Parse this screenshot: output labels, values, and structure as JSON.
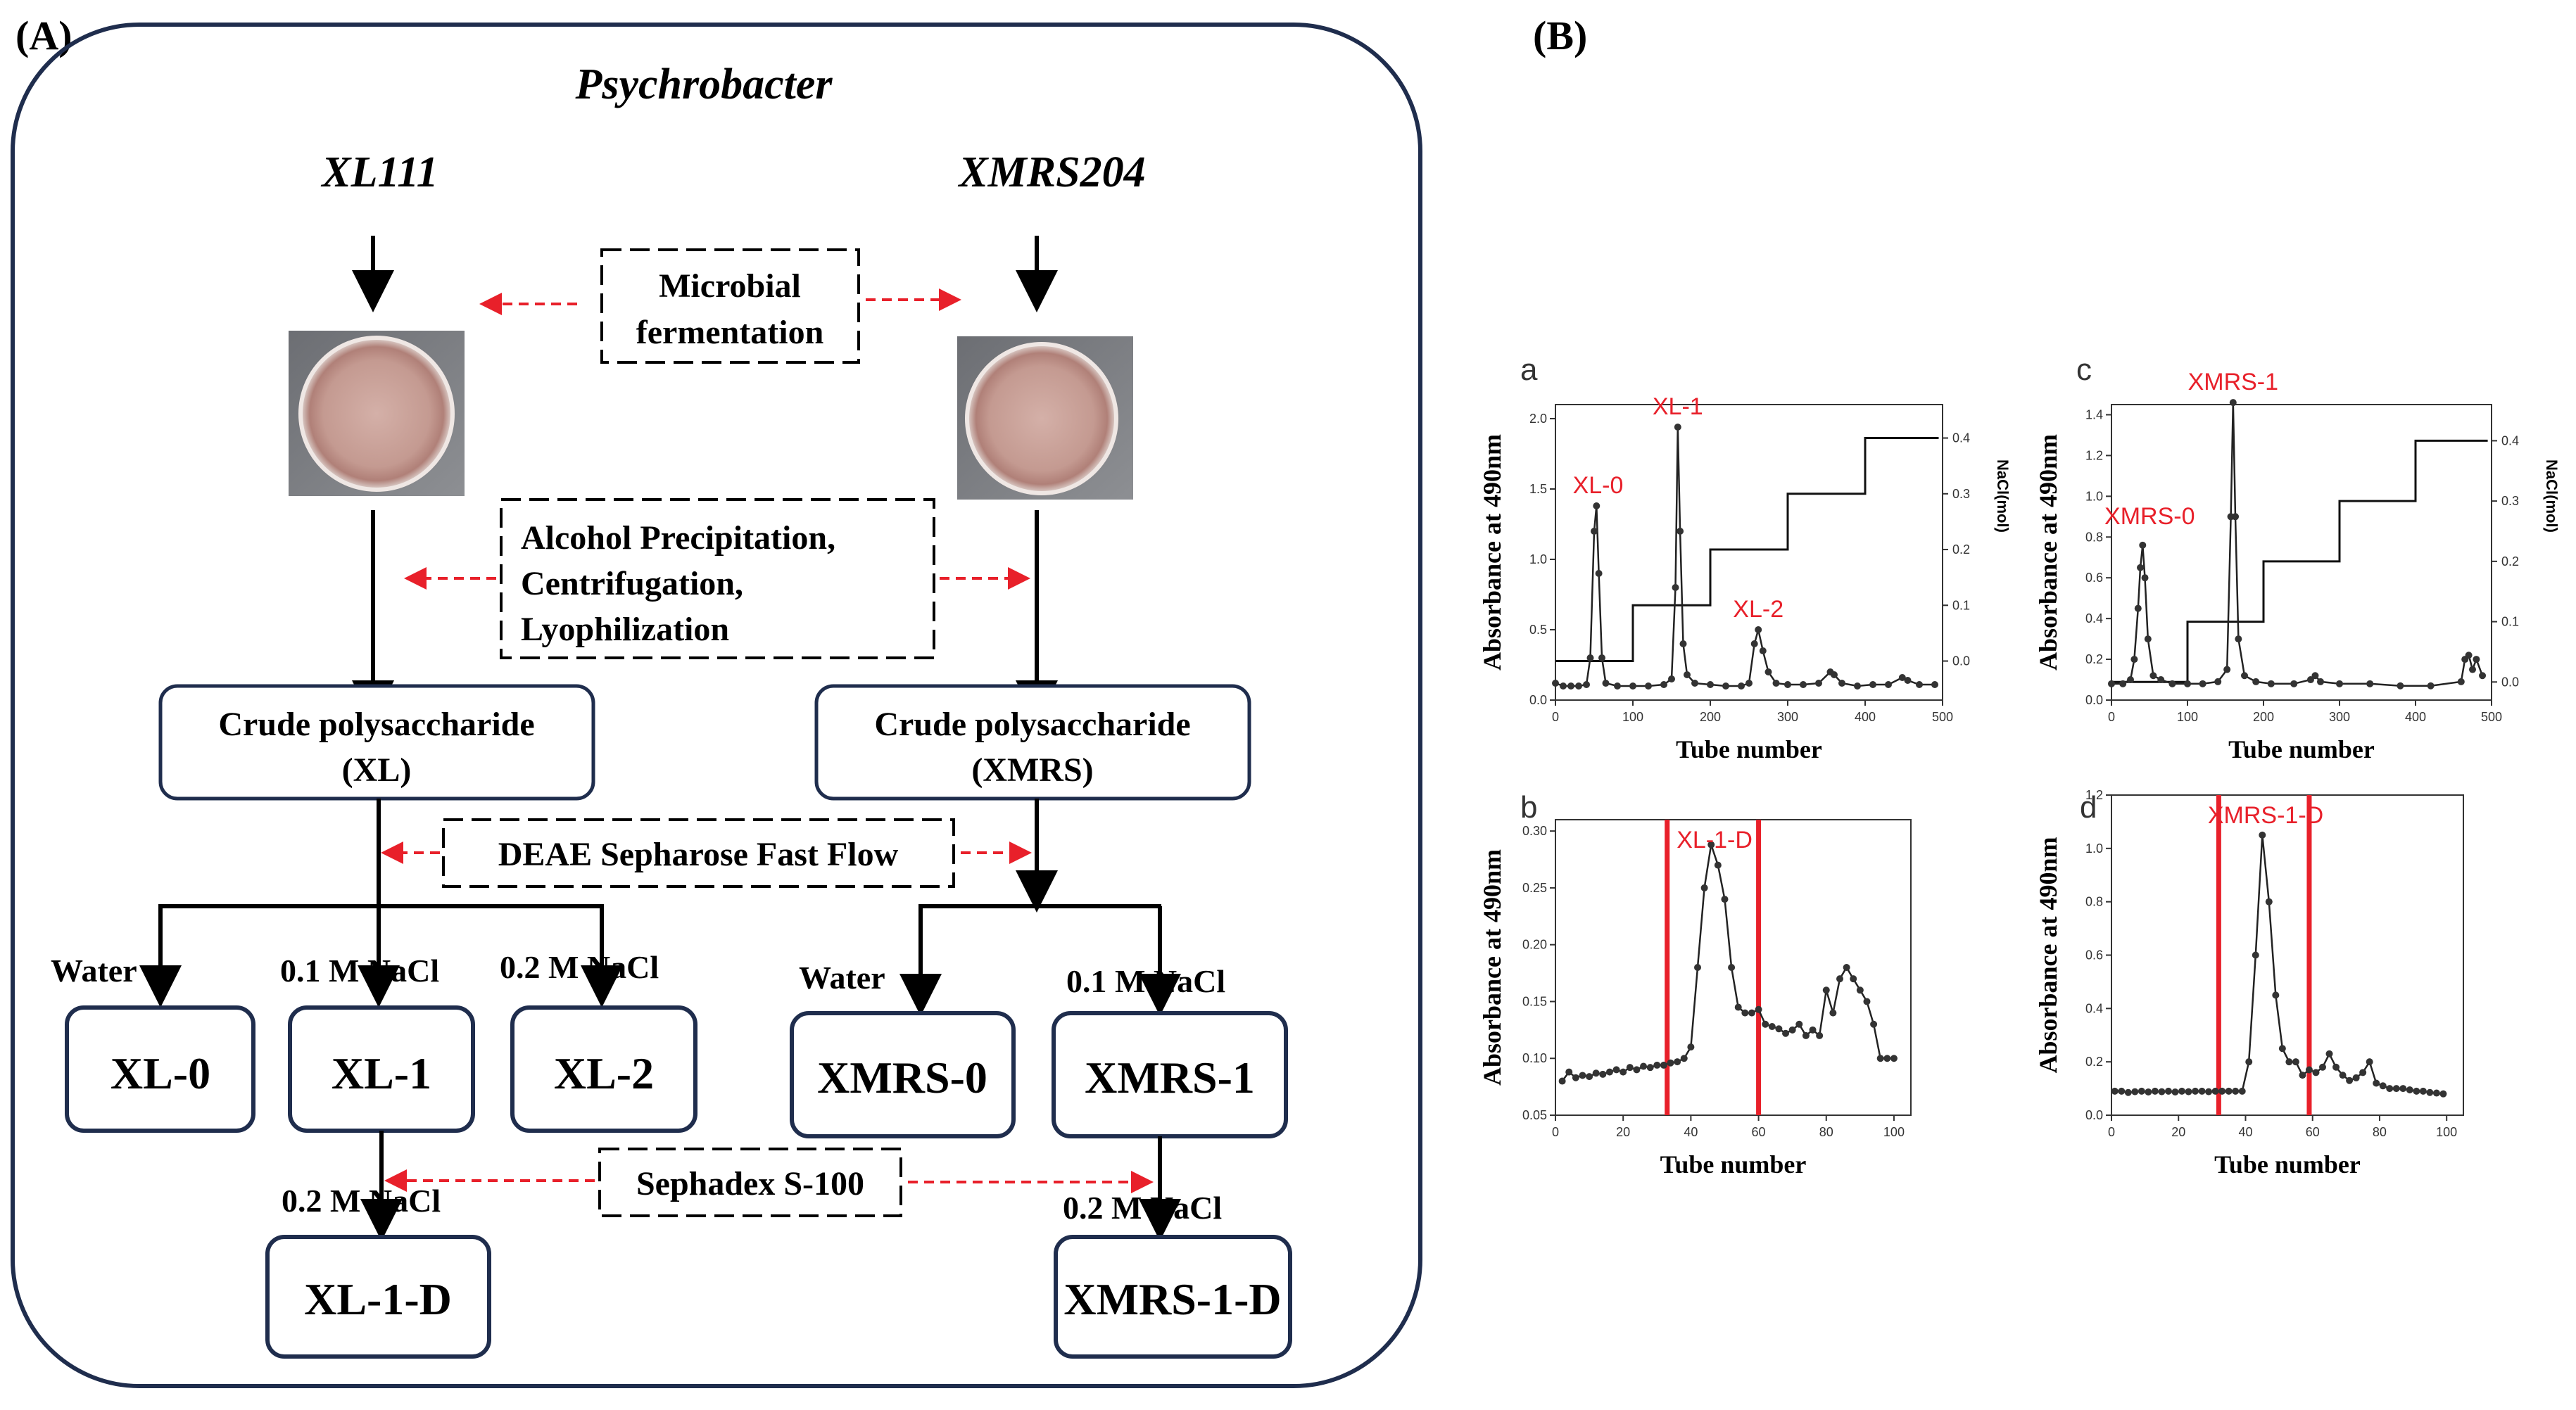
{
  "panelA": {
    "label": "(A)",
    "genus": "Psychrobacter",
    "strain_left": "XL111",
    "strain_right": "XMRS204",
    "step1": [
      "Microbial",
      "fermentation"
    ],
    "step2": [
      "Alcohol Precipitation,",
      "Centrifugation,",
      "Lyophilization"
    ],
    "crude_left": [
      "Crude polysaccharide",
      "(XL)"
    ],
    "crude_right": [
      "Crude polysaccharide",
      "(XMRS)"
    ],
    "step3": "DEAE  Sepharose Fast Flow",
    "eluent_water": "Water",
    "eluent_01": "0.1 M NaCl",
    "eluent_02": "0.2 M NaCl",
    "fractions_left": [
      "XL-0",
      "XL-1",
      "XL-2"
    ],
    "fractions_right": [
      "XMRS-0",
      "XMRS-1"
    ],
    "step4": "Sephadex S-100",
    "final_left": "XL-1-D",
    "final_right": "XMRS-1-D",
    "dish_color": "#c9a39c"
  },
  "panelB": {
    "label": "(B)",
    "red": "#e8202a"
  },
  "chart_data": [
    {
      "type": "line",
      "panel": "a",
      "xlabel": "Tube number",
      "ylabel": "Absorbance at 490nm",
      "y2label": "NaCl(mol)",
      "xlim": [
        0,
        500
      ],
      "ylim": [
        0,
        2.1
      ],
      "y2lim": [
        -0.07,
        0.46
      ],
      "xticks": [
        0,
        100,
        200,
        300,
        400,
        500
      ],
      "yticks": [
        0.0,
        0.5,
        1.0,
        1.5,
        2.0
      ],
      "y2ticks": [
        0.0,
        0.1,
        0.2,
        0.3,
        0.4
      ],
      "series": [
        {
          "values": [
            [
              0,
              0.12
            ],
            [
              10,
              0.1
            ],
            [
              20,
              0.1
            ],
            [
              30,
              0.1
            ],
            [
              40,
              0.11
            ],
            [
              45,
              0.3
            ],
            [
              50,
              1.2
            ],
            [
              53,
              1.38
            ],
            [
              56,
              0.9
            ],
            [
              60,
              0.3
            ],
            [
              65,
              0.12
            ],
            [
              80,
              0.1
            ],
            [
              100,
              0.1
            ],
            [
              120,
              0.1
            ],
            [
              140,
              0.11
            ],
            [
              150,
              0.15
            ],
            [
              155,
              0.8
            ],
            [
              158,
              1.94
            ],
            [
              161,
              1.2
            ],
            [
              165,
              0.4
            ],
            [
              170,
              0.18
            ],
            [
              180,
              0.12
            ],
            [
              200,
              0.11
            ],
            [
              220,
              0.1
            ],
            [
              240,
              0.1
            ],
            [
              250,
              0.12
            ],
            [
              257,
              0.4
            ],
            [
              262,
              0.5
            ],
            [
              268,
              0.35
            ],
            [
              275,
              0.2
            ],
            [
              285,
              0.12
            ],
            [
              300,
              0.11
            ],
            [
              320,
              0.11
            ],
            [
              340,
              0.12
            ],
            [
              355,
              0.2
            ],
            [
              360,
              0.18
            ],
            [
              370,
              0.12
            ],
            [
              390,
              0.1
            ],
            [
              410,
              0.11
            ],
            [
              430,
              0.11
            ],
            [
              448,
              0.16
            ],
            [
              455,
              0.14
            ],
            [
              470,
              0.11
            ],
            [
              490,
              0.11
            ]
          ]
        }
      ],
      "gradient": [
        [
          0,
          0.0
        ],
        [
          100,
          0.0
        ],
        [
          100,
          0.1
        ],
        [
          200,
          0.1
        ],
        [
          200,
          0.2
        ],
        [
          300,
          0.2
        ],
        [
          300,
          0.3
        ],
        [
          400,
          0.3
        ],
        [
          400,
          0.4
        ],
        [
          495,
          0.4
        ]
      ],
      "annotations": [
        {
          "text": "XL-0",
          "x": 55,
          "y": 1.38
        },
        {
          "text": "XL-1",
          "x": 158,
          "y": 1.94
        },
        {
          "text": "XL-2",
          "x": 262,
          "y": 0.5
        }
      ]
    },
    {
      "type": "line",
      "panel": "c",
      "xlabel": "Tube number",
      "ylabel": "Absorbance at 490nm",
      "y2label": "NaCl(mol)",
      "xlim": [
        0,
        500
      ],
      "ylim": [
        0,
        1.45
      ],
      "y2lim": [
        -0.03,
        0.46
      ],
      "xticks": [
        0,
        100,
        200,
        300,
        400,
        500
      ],
      "yticks": [
        0.0,
        0.2,
        0.4,
        0.6,
        0.8,
        1.0,
        1.2,
        1.4
      ],
      "y2ticks": [
        0.0,
        0.1,
        0.2,
        0.3,
        0.4
      ],
      "series": [
        {
          "values": [
            [
              0,
              0.08
            ],
            [
              15,
              0.08
            ],
            [
              25,
              0.1
            ],
            [
              30,
              0.2
            ],
            [
              35,
              0.45
            ],
            [
              38,
              0.65
            ],
            [
              41,
              0.76
            ],
            [
              44,
              0.6
            ],
            [
              48,
              0.3
            ],
            [
              55,
              0.12
            ],
            [
              65,
              0.1
            ],
            [
              80,
              0.08
            ],
            [
              100,
              0.08
            ],
            [
              120,
              0.08
            ],
            [
              140,
              0.09
            ],
            [
              152,
              0.15
            ],
            [
              157,
              0.9
            ],
            [
              160,
              1.46
            ],
            [
              163,
              0.9
            ],
            [
              167,
              0.3
            ],
            [
              175,
              0.12
            ],
            [
              190,
              0.09
            ],
            [
              210,
              0.08
            ],
            [
              240,
              0.08
            ],
            [
              262,
              0.1
            ],
            [
              268,
              0.12
            ],
            [
              275,
              0.09
            ],
            [
              300,
              0.08
            ],
            [
              340,
              0.08
            ],
            [
              380,
              0.07
            ],
            [
              420,
              0.07
            ],
            [
              460,
              0.09
            ],
            [
              465,
              0.2
            ],
            [
              470,
              0.22
            ],
            [
              475,
              0.15
            ],
            [
              480,
              0.2
            ],
            [
              488,
              0.12
            ]
          ]
        }
      ],
      "gradient": [
        [
          0,
          0.0
        ],
        [
          100,
          0.0
        ],
        [
          100,
          0.1
        ],
        [
          200,
          0.1
        ],
        [
          200,
          0.2
        ],
        [
          300,
          0.2
        ],
        [
          300,
          0.3
        ],
        [
          400,
          0.3
        ],
        [
          400,
          0.4
        ],
        [
          495,
          0.4
        ]
      ],
      "annotations": [
        {
          "text": "XMRS-0",
          "x": 41,
          "y": 0.76
        },
        {
          "text": "XMRS-1",
          "x": 160,
          "y": 1.46
        }
      ]
    },
    {
      "type": "line",
      "panel": "b",
      "xlabel": "Tube number",
      "ylabel": "Absorbance at 490nm",
      "xlim": [
        0,
        105
      ],
      "ylim": [
        0.05,
        0.31
      ],
      "xticks": [
        0,
        20,
        40,
        60,
        80,
        100
      ],
      "yticks": [
        0.05,
        0.1,
        0.15,
        0.2,
        0.25,
        0.3
      ],
      "series": [
        {
          "values": [
            [
              2,
              0.08
            ],
            [
              4,
              0.088
            ],
            [
              6,
              0.083
            ],
            [
              8,
              0.085
            ],
            [
              10,
              0.084
            ],
            [
              12,
              0.087
            ],
            [
              14,
              0.086
            ],
            [
              16,
              0.088
            ],
            [
              18,
              0.09
            ],
            [
              20,
              0.088
            ],
            [
              22,
              0.092
            ],
            [
              24,
              0.09
            ],
            [
              26,
              0.093
            ],
            [
              28,
              0.092
            ],
            [
              30,
              0.094
            ],
            [
              32,
              0.094
            ],
            [
              34,
              0.096
            ],
            [
              36,
              0.097
            ],
            [
              38,
              0.1
            ],
            [
              40,
              0.11
            ],
            [
              42,
              0.18
            ],
            [
              44,
              0.25
            ],
            [
              46,
              0.288
            ],
            [
              48,
              0.27
            ],
            [
              50,
              0.24
            ],
            [
              52,
              0.18
            ],
            [
              54,
              0.145
            ],
            [
              56,
              0.14
            ],
            [
              58,
              0.14
            ],
            [
              60,
              0.143
            ],
            [
              62,
              0.13
            ],
            [
              64,
              0.128
            ],
            [
              66,
              0.126
            ],
            [
              68,
              0.122
            ],
            [
              70,
              0.125
            ],
            [
              72,
              0.13
            ],
            [
              74,
              0.12
            ],
            [
              76,
              0.125
            ],
            [
              78,
              0.12
            ],
            [
              80,
              0.16
            ],
            [
              82,
              0.14
            ],
            [
              84,
              0.17
            ],
            [
              86,
              0.18
            ],
            [
              88,
              0.17
            ],
            [
              90,
              0.16
            ],
            [
              92,
              0.15
            ],
            [
              94,
              0.13
            ],
            [
              96,
              0.1
            ],
            [
              98,
              0.1
            ],
            [
              100,
              0.1
            ]
          ]
        }
      ],
      "markers": [
        33,
        60
      ],
      "annotations": [
        {
          "text": "XL-1-D",
          "x": 47,
          "y": 0.29
        }
      ]
    },
    {
      "type": "line",
      "panel": "d",
      "xlabel": "Tube number",
      "ylabel": "Absorbance at 490nm",
      "xlim": [
        0,
        105
      ],
      "ylim": [
        0,
        1.2
      ],
      "xticks": [
        0,
        20,
        40,
        60,
        80,
        100
      ],
      "yticks": [
        0.0,
        0.2,
        0.4,
        0.6,
        0.8,
        1.0,
        1.2
      ],
      "series": [
        {
          "values": [
            [
              1,
              0.09
            ],
            [
              3,
              0.09
            ],
            [
              5,
              0.085
            ],
            [
              7,
              0.088
            ],
            [
              9,
              0.09
            ],
            [
              11,
              0.087
            ],
            [
              13,
              0.09
            ],
            [
              15,
              0.088
            ],
            [
              17,
              0.09
            ],
            [
              19,
              0.087
            ],
            [
              21,
              0.09
            ],
            [
              23,
              0.088
            ],
            [
              25,
              0.09
            ],
            [
              27,
              0.09
            ],
            [
              29,
              0.088
            ],
            [
              31,
              0.09
            ],
            [
              33,
              0.09
            ],
            [
              35,
              0.09
            ],
            [
              37,
              0.09
            ],
            [
              39,
              0.09
            ],
            [
              41,
              0.2
            ],
            [
              43,
              0.6
            ],
            [
              45,
              1.05
            ],
            [
              47,
              0.8
            ],
            [
              49,
              0.45
            ],
            [
              51,
              0.25
            ],
            [
              53,
              0.2
            ],
            [
              55,
              0.2
            ],
            [
              57,
              0.15
            ],
            [
              59,
              0.17
            ],
            [
              61,
              0.16
            ],
            [
              63,
              0.18
            ],
            [
              65,
              0.23
            ],
            [
              67,
              0.18
            ],
            [
              69,
              0.15
            ],
            [
              71,
              0.13
            ],
            [
              73,
              0.14
            ],
            [
              75,
              0.16
            ],
            [
              77,
              0.2
            ],
            [
              79,
              0.12
            ],
            [
              81,
              0.11
            ],
            [
              83,
              0.1
            ],
            [
              85,
              0.1
            ],
            [
              87,
              0.1
            ],
            [
              89,
              0.095
            ],
            [
              91,
              0.09
            ],
            [
              93,
              0.09
            ],
            [
              95,
              0.085
            ],
            [
              97,
              0.083
            ],
            [
              99,
              0.08
            ]
          ]
        }
      ],
      "markers": [
        32,
        59
      ],
      "annotations": [
        {
          "text": "XMRS-1-D",
          "x": 46,
          "y": 1.08
        }
      ]
    }
  ]
}
